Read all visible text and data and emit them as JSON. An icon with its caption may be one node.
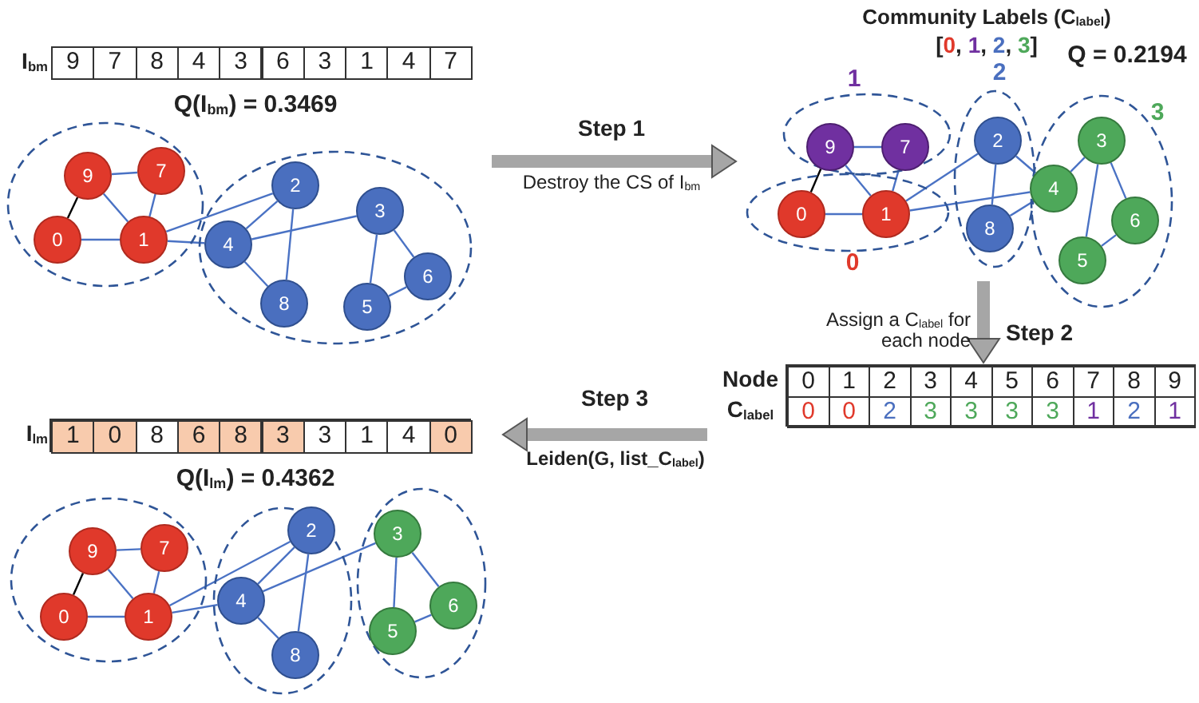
{
  "diagram": {
    "nodes": [
      {
        "text": [],
        "shape": "ellipse"
      },
      {
        "text": [
          "9"
        ],
        "in": 0
      },
      {
        "text": [
          "7"
        ],
        "in": 0
      },
      {
        "text": [
          "0"
        ],
        "in": 0
      },
      {
        "text": [
          "1"
        ],
        "in": 0
      },
      {
        "text": [],
        "shape": "ellipse"
      },
      {
        "text": [
          "2"
        ],
        "in": 5
      },
      {
        "text": [
          "3"
        ],
        "in": 5
      },
      {
        "text": [
          "4"
        ],
        "in": 5
      },
      {
        "text": [
          "6"
        ],
        "in": 5
      },
      {
        "text": [
          "8"
        ],
        "in": 5
      },
      {
        "text": [
          "5"
        ],
        "in": 5
      },
      {
        "text": [],
        "shape": "ellipse",
        "beside": [
          "1"
        ]
      },
      {
        "text": [
          "9"
        ],
        "in": 12
      },
      {
        "text": [
          "7"
        ],
        "in": 12
      },
      {
        "text": [],
        "shape": "ellipse",
        "beside": [
          "2"
        ]
      },
      {
        "text": [
          "2"
        ],
        "in": 15
      },
      {
        "text": [
          "8"
        ],
        "in": 15
      },
      {
        "text": [],
        "shape": "ellipse",
        "beside": [
          "3"
        ]
      },
      {
        "text": [
          "3"
        ],
        "in": 18
      },
      {
        "text": [
          "4"
        ],
        "in": 18
      },
      {
        "text": [
          "6"
        ],
        "in": 18
      },
      {
        "text": [
          "5"
        ],
        "in": 18
      },
      {
        "text": [],
        "shape": "ellipse",
        "beside": [
          "0"
        ]
      },
      {
        "text": [
          "0"
        ],
        "in": 23
      },
      {
        "text": [
          "1"
        ],
        "in": 23
      },
      {
        "text": [],
        "shape": "ellipse"
      },
      {
        "text": [
          "9"
        ],
        "in": 26
      },
      {
        "text": [
          "7"
        ],
        "in": 26
      },
      {
        "text": [
          "0"
        ],
        "in": 26
      },
      {
        "text": [
          "1"
        ],
        "in": 26
      },
      {
        "text": [],
        "shape": "ellipse"
      },
      {
        "text": [
          "2"
        ],
        "in": 31
      },
      {
        "text": [
          "4"
        ],
        "in": 31
      },
      {
        "text": [
          "8"
        ],
        "in": 31
      },
      {
        "text": [],
        "shape": "ellipse"
      },
      {
        "text": [
          "3"
        ],
        "in": 35
      },
      {
        "text": [
          "6"
        ],
        "in": 35
      },
      {
        "text": [
          "5"
        ],
        "in": 35
      },
      {
        "text": [],
        "shape": "box"
      },
      {
        "text": [],
        "shape": "box"
      }
    ],
    "edges": [
      {
        "from": 1,
        "to": 2,
        "arrow": "none"
      },
      {
        "from": 1,
        "to": 3,
        "arrow": "none",
        "color": "#000000"
      },
      {
        "from": 1,
        "to": 4,
        "arrow": "none"
      },
      {
        "from": 2,
        "to": 4,
        "arrow": "none"
      },
      {
        "from": 3,
        "to": 4,
        "arrow": "none"
      },
      {
        "from": 4,
        "to": 6,
        "arrow": "none"
      },
      {
        "from": 4,
        "to": 8,
        "arrow": "none"
      },
      {
        "from": 6,
        "to": 8,
        "arrow": "none"
      },
      {
        "from": 6,
        "to": 10,
        "arrow": "none"
      },
      {
        "from": 8,
        "to": 10,
        "arrow": "none"
      },
      {
        "from": 8,
        "to": 7,
        "arrow": "none"
      },
      {
        "from": 7,
        "to": 11,
        "arrow": "none"
      },
      {
        "from": 7,
        "to": 9,
        "arrow": "none"
      },
      {
        "from": 9,
        "to": 11,
        "arrow": "none"
      },
      {
        "from": 13,
        "to": 14,
        "arrow": "none"
      },
      {
        "from": 13,
        "to": 24,
        "arrow": "none",
        "color": "#000000"
      },
      {
        "from": 13,
        "to": 25,
        "arrow": "none"
      },
      {
        "from": 14,
        "to": 25,
        "arrow": "none"
      },
      {
        "from": 24,
        "to": 25,
        "arrow": "none"
      },
      {
        "from": 25,
        "to": 16,
        "arrow": "none"
      },
      {
        "from": 25,
        "to": 20,
        "arrow": "none"
      },
      {
        "from": 16,
        "to": 20,
        "arrow": "none"
      },
      {
        "from": 16,
        "to": 17,
        "arrow": "none"
      },
      {
        "from": 17,
        "to": 20,
        "arrow": "none"
      },
      {
        "from": 20,
        "to": 19,
        "arrow": "none"
      },
      {
        "from": 19,
        "to": 22,
        "arrow": "none"
      },
      {
        "from": 19,
        "to": 21,
        "arrow": "none"
      },
      {
        "from": 21,
        "to": 22,
        "arrow": "none"
      },
      {
        "from": 27,
        "to": 28,
        "arrow": "none"
      },
      {
        "from": 27,
        "to": 29,
        "arrow": "none",
        "color": "#000000"
      },
      {
        "from": 27,
        "to": 30,
        "arrow": "none"
      },
      {
        "from": 28,
        "to": 30,
        "arrow": "none"
      },
      {
        "from": 29,
        "to": 30,
        "arrow": "none"
      },
      {
        "from": 30,
        "to": 32,
        "arrow": "none"
      },
      {
        "from": 30,
        "to": 33,
        "arrow": "none"
      },
      {
        "from": 32,
        "to": 33,
        "arrow": "none"
      },
      {
        "from": 32,
        "to": 34,
        "arrow": "none"
      },
      {
        "from": 33,
        "to": 34,
        "arrow": "none"
      },
      {
        "from": 33,
        "to": 36,
        "arrow": "none"
      },
      {
        "from": 36,
        "to": 38,
        "arrow": "none"
      },
      {
        "from": 36,
        "to": 37,
        "arrow": "none"
      },
      {
        "from": 37,
        "to": 38,
        "arrow": "none"
      },
      {
        "from": 5,
        "to": 23,
        "arrow": "to",
        "label": "Step 1",
        "style": "thick",
        "color": "#a6a6a6"
      },
      {
        "from": 15,
        "to": 39,
        "arrow": "to",
        "label": "Step 2",
        "style": "thick",
        "color": "#a6a6a6"
      },
      {
        "from": 39,
        "to": 40,
        "arrow": "to",
        "label": "Step 3",
        "style": "thick",
        "color": "#a6a6a6"
      }
    ],
    "labels": [
      "I$_{bm}$",
      "9",
      "7",
      "8",
      "4",
      "3",
      "6",
      "3",
      "1",
      "4",
      "7",
      "Q(I$_{bm}$) = 0.3469",
      "Community Labels (C$_{label}$)",
      "[0, 1, 2, 3]",
      "Q = 0.2194",
      "Destroy the CS of I$_{bm}$",
      "Assign a C$_{label}$ for each node",
      "Node",
      "0",
      "1",
      "2",
      "3",
      "4",
      "5",
      "6",
      "7",
      "8",
      "9",
      "C$_{label}$",
      "0",
      "0",
      "2",
      "3",
      "3",
      "3",
      "3",
      "1",
      "2",
      "1",
      "I$_{lm}$",
      "1",
      "0",
      "8",
      "6",
      "8",
      "3",
      "3",
      "1",
      "4",
      "0",
      "Leiden(G, list_C$_{label}$)",
      "Q(I$_{lm}$) = 0.4362"
    ]
  }
}
